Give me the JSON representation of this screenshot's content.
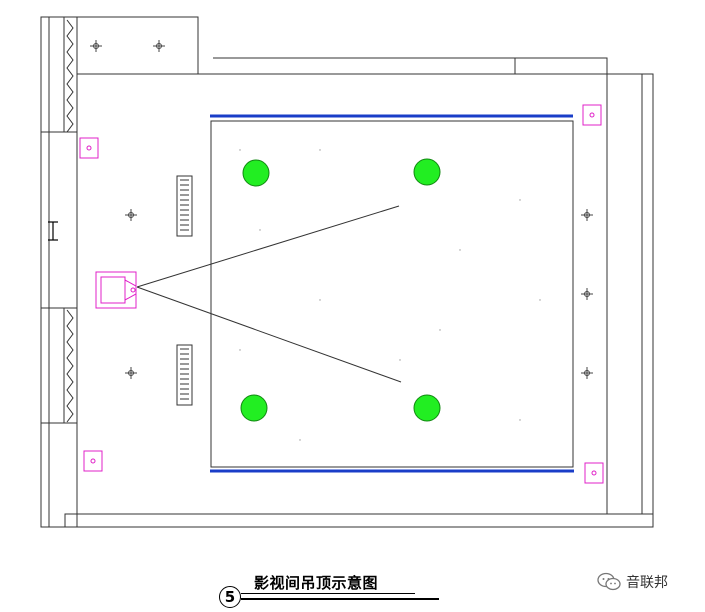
{
  "title": "影视间吊顶示意图",
  "drawing_number": "5",
  "watermark": "音联邦",
  "colors": {
    "outline": "#333333",
    "led_strip": "#1a3ec8",
    "downlight": "#22ee22",
    "fixture": "#e020c8"
  },
  "icons": [
    "spotlight-icon",
    "downlight-icon",
    "projector-icon",
    "air-vent-icon",
    "wall-box-icon",
    "wechat-icon"
  ]
}
